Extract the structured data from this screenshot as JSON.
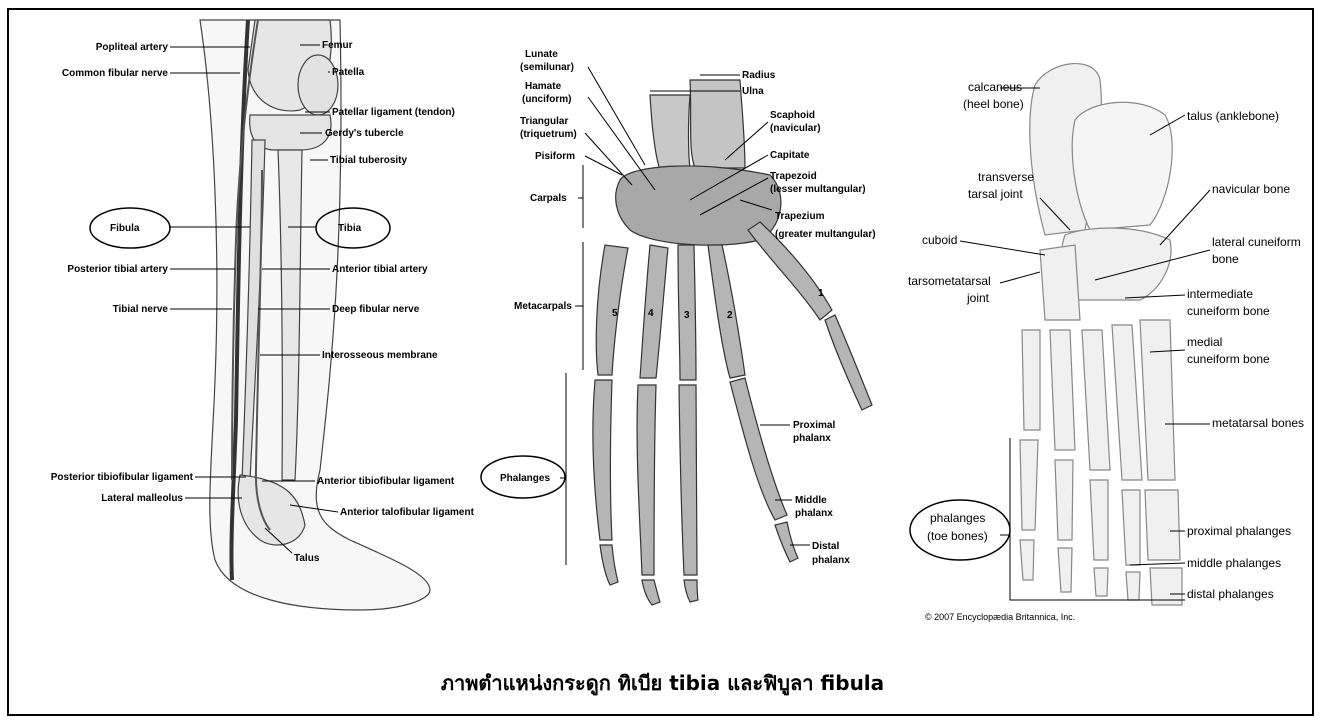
{
  "leg": {
    "popliteal_artery": "Popliteal artery",
    "common_fibular_nerve": "Common fibular nerve",
    "femur": "Femur",
    "patella": "Patella",
    "patellar_ligament": "Patellar ligament (tendon)",
    "gerdys_tubercle": "Gerdy's tubercle",
    "tibial_tuberosity": "Tibial tuberosity",
    "fibula": "Fibula",
    "tibia": "Tibia",
    "posterior_tibial_artery": "Posterior tibial artery",
    "anterior_tibial_artery": "Anterior tibial artery",
    "tibial_nerve": "Tibial nerve",
    "deep_fibular_nerve": "Deep fibular nerve",
    "interosseous_membrane": "Interosseous membrane",
    "posterior_tibiofibular_ligament": "Posterior tibiofibular ligament",
    "anterior_tibiofibular_ligament": "Anterior tibiofibular ligament",
    "lateral_malleolus": "Lateral malleolus",
    "anterior_talofibular_ligament": "Anterior talofibular ligament",
    "talus": "Talus"
  },
  "hand": {
    "lunate_1": "Lunate",
    "lunate_2": "(semilunar)",
    "hamate_1": "Hamate",
    "hamate_2": "(unciform)",
    "triangular_1": "Triangular",
    "triangular_2": "(triquetrum)",
    "pisiform": "Pisiform",
    "carpals": "Carpals",
    "radius": "Radius",
    "ulna": "Ulna",
    "scaphoid_1": "Scaphoid",
    "scaphoid_2": "(navicular)",
    "capitate": "Capitate",
    "trapezoid_1": "Trapezoid",
    "trapezoid_2": "(lesser multangular)",
    "trapezium_1": "Trapezium",
    "trapezium_2": "(greater multangular)",
    "metacarpals": "Metacarpals",
    "phalanges": "Phalanges",
    "proximal_1": "Proximal",
    "proximal_2": "phalanx",
    "middle_1": "Middle",
    "middle_2": "phalanx",
    "distal_1": "Distal",
    "distal_2": "phalanx",
    "n1": "1",
    "n2": "2",
    "n3": "3",
    "n4": "4",
    "n5": "5"
  },
  "foot": {
    "calcaneus_1": "calcaneus",
    "calcaneus_2": "(heel bone)",
    "talus": "talus (anklebone)",
    "transverse_1": "transverse",
    "transverse_2": "tarsal joint",
    "navicular": "navicular bone",
    "cuboid": "cuboid",
    "lateral_cun_1": "lateral cuneiform",
    "lateral_cun_2": "bone",
    "tarsometatarsal_1": "tarsometatarsal",
    "tarsometatarsal_2": "joint",
    "intermediate_1": "intermediate",
    "intermediate_2": "cuneiform bone",
    "medial_1": "medial",
    "medial_2": "cuneiform bone",
    "metatarsal": "metatarsal bones",
    "phalanges_1": "phalanges",
    "phalanges_2": "(toe bones)",
    "proximal": "proximal phalanges",
    "middle": "middle phalanges",
    "distal": "distal phalanges",
    "copyright": "© 2007 Encyclopædia Britannica, Inc."
  },
  "caption": "ภาพตำแหน่งกระดูก ทิเบีย tibia และฟิบูลา fibula"
}
